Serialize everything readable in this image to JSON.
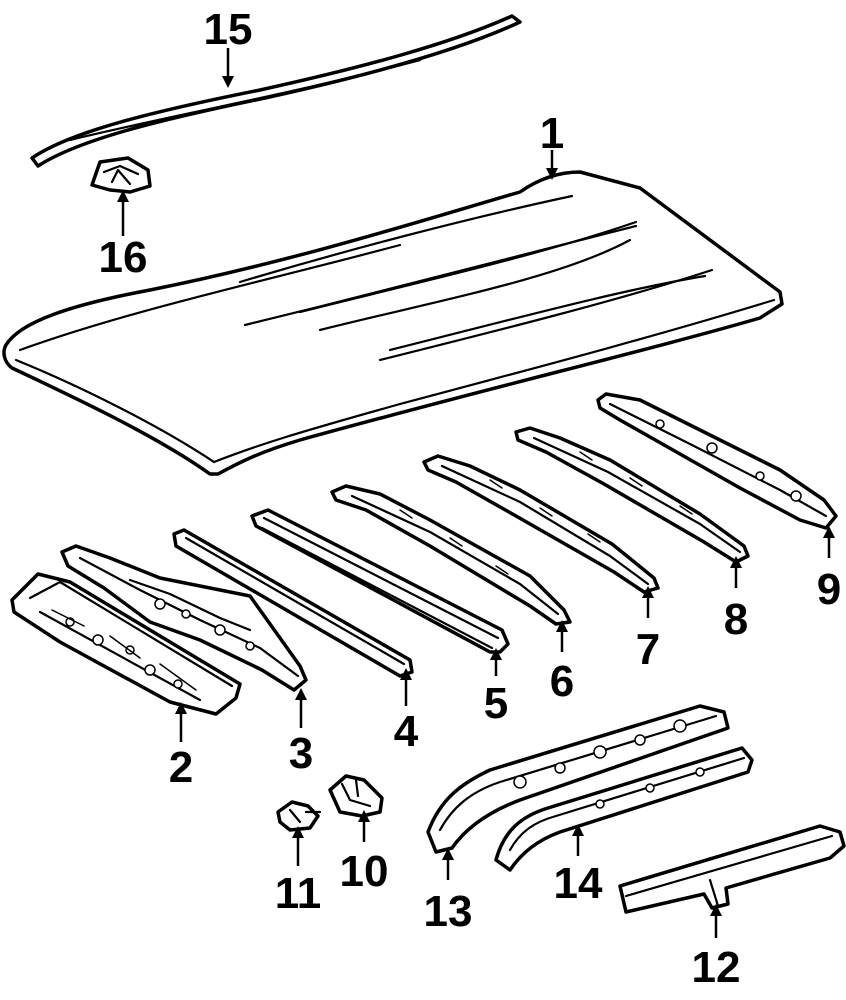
{
  "parts": [
    {
      "id": "roof-panel",
      "label": "1"
    },
    {
      "id": "front-header",
      "label": "2"
    },
    {
      "id": "front-bow",
      "label": "3"
    },
    {
      "id": "roof-bow-a",
      "label": "4"
    },
    {
      "id": "roof-bow-b",
      "label": "5"
    },
    {
      "id": "roof-bow-c",
      "label": "6"
    },
    {
      "id": "roof-bow-d",
      "label": "7"
    },
    {
      "id": "roof-bow-e",
      "label": "8"
    },
    {
      "id": "rear-header",
      "label": "9"
    },
    {
      "id": "bracket-a",
      "label": "10"
    },
    {
      "id": "bracket-b",
      "label": "11"
    },
    {
      "id": "roof-rail-lower",
      "label": "12"
    },
    {
      "id": "roof-rail-inner",
      "label": "13"
    },
    {
      "id": "roof-rail-outer",
      "label": "14"
    },
    {
      "id": "drip-molding",
      "label": "15"
    },
    {
      "id": "rail-bracket",
      "label": "16"
    }
  ]
}
